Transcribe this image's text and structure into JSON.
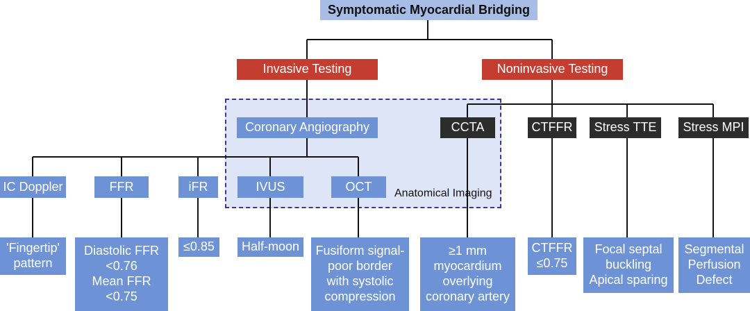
{
  "root": "Symptomatic Myocardial Bridging",
  "invasive": "Invasive Testing",
  "noninvasive": "Noninvasive Testing",
  "angiography": "Coronary Angiography",
  "anatomical_imaging": "Anatomical Imaging",
  "noninvasive_tests": [
    "CCTA",
    "CTFFR",
    "Stress TTE",
    "Stress MPI"
  ],
  "invasive_tests": [
    "IC Doppler",
    "FFR",
    "iFR",
    "IVUS",
    "OCT"
  ],
  "findings": {
    "ic_doppler": [
      "'Fingertip'",
      "pattern"
    ],
    "ffr": [
      "Diastolic FFR",
      "<0.76",
      "Mean FFR",
      "<0.75"
    ],
    "ifr": [
      "≤0.85"
    ],
    "ivus": [
      "Half-moon"
    ],
    "oct": [
      "Fusiform signal-",
      "poor border",
      "with systolic",
      "compression"
    ],
    "ccta": [
      "≥1 mm",
      "myocardium",
      "overlying",
      "coronary artery"
    ],
    "ctffr": [
      "CTFFR",
      "≤0.75"
    ],
    "stress_tte": [
      "Focal septal",
      "buckling",
      "Apical sparing"
    ],
    "stress_mpi": [
      "Segmental",
      "Perfusion",
      "Defect"
    ]
  },
  "colors": {
    "root": "#a7bde6",
    "invasive_header": "#c53d30",
    "test_box": "#6d93d6",
    "noninvasive_test": "#2c2c2c",
    "imaging_region": "#dde5f6"
  }
}
